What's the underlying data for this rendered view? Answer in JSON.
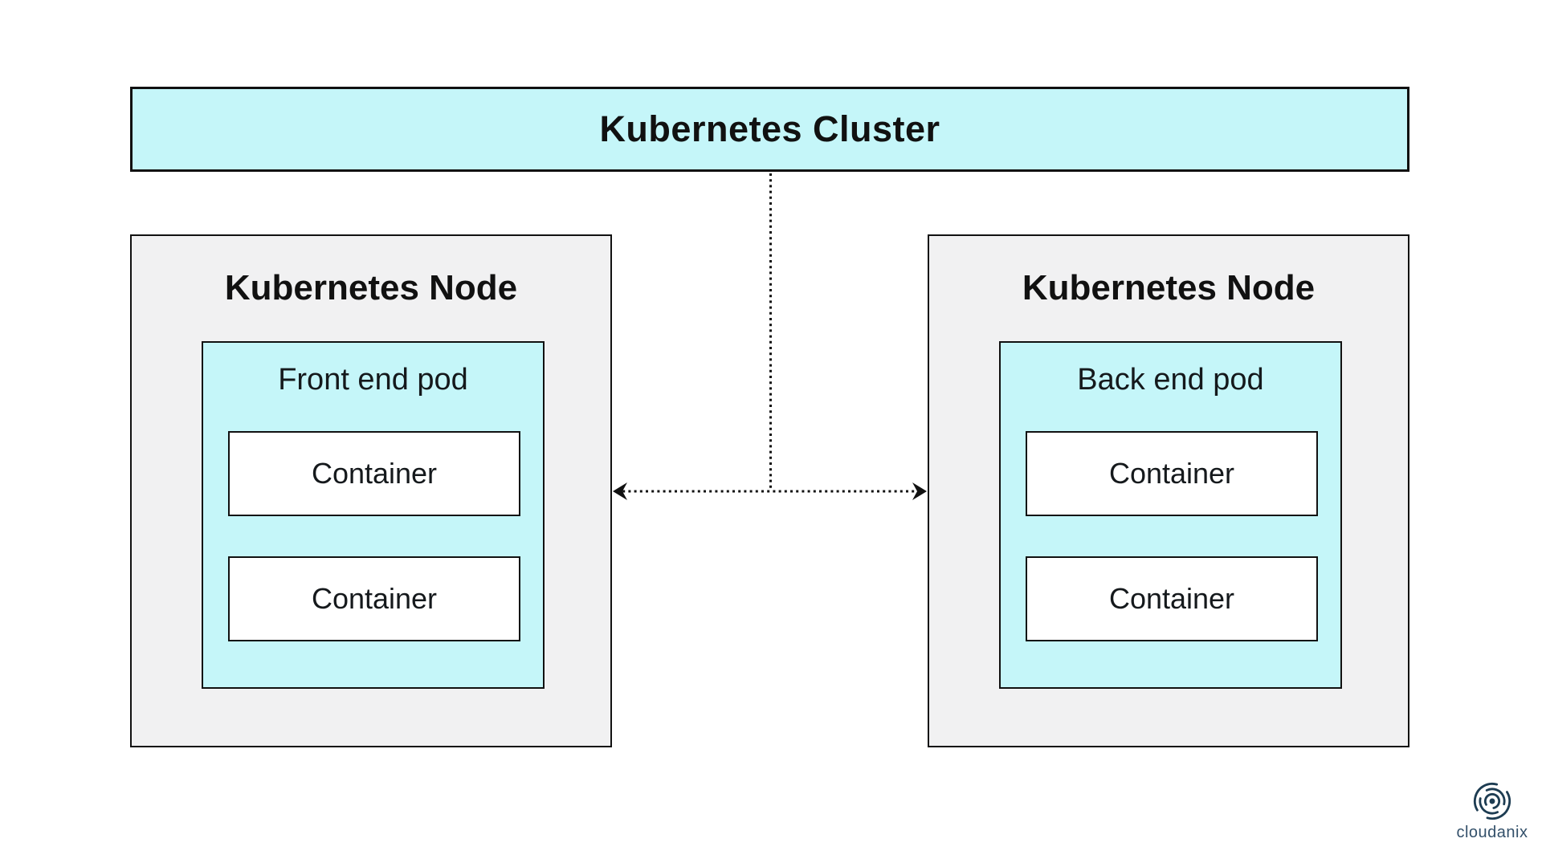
{
  "cluster": {
    "label": "Kubernetes Cluster"
  },
  "nodes": [
    {
      "label": "Kubernetes Node",
      "pod": {
        "label": "Front end pod",
        "containers": [
          {
            "label": "Container"
          },
          {
            "label": "Container"
          }
        ]
      }
    },
    {
      "label": "Kubernetes Node",
      "pod": {
        "label": "Back end pod",
        "containers": [
          {
            "label": "Container"
          },
          {
            "label": "Container"
          }
        ]
      }
    }
  ],
  "connector": {
    "style": "dotted",
    "direction": "double-headed",
    "color": "#111111"
  },
  "colors": {
    "cluster_fill": "#c5f6f9",
    "pod_fill": "#c5f6f9",
    "node_fill": "#f1f1f2",
    "container_fill": "#ffffff",
    "border": "#111111",
    "logo": "#1d3c52",
    "logo_text": "#33506a"
  },
  "branding": {
    "logo_text": "cloudanix"
  }
}
